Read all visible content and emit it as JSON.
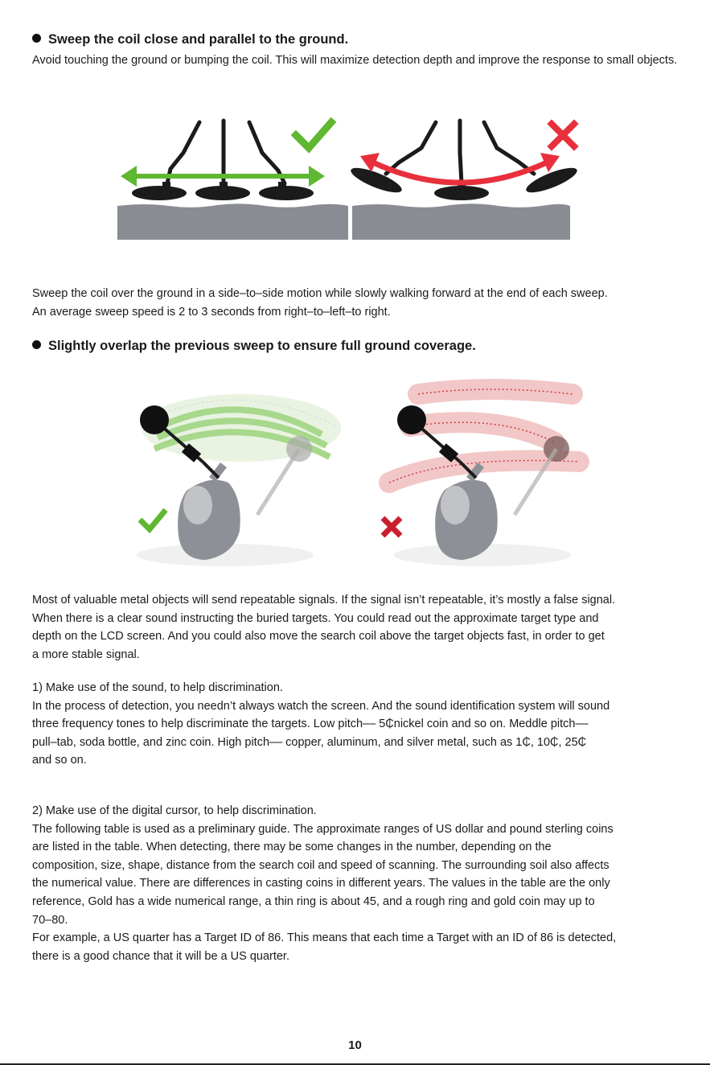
{
  "section1": {
    "heading": "Sweep the coil close and parallel to the ground.",
    "text": "Avoid touching the ground or bumping the coil. This will maximize detection depth and improve the response to small objects."
  },
  "figure1": {
    "correct_mark": "check-icon",
    "wrong_mark": "cross-icon",
    "colors": {
      "correct": "#5fb732",
      "wrong": "#e8303c",
      "ground": "#8a8c93"
    }
  },
  "sweep_text": [
    "Sweep the coil over the ground in a side–to–side motion while slowly walking forward at the end of each sweep.",
    "An average sweep speed is 2 to 3 seconds from right–to–left–to right."
  ],
  "section2": {
    "heading": "Slightly overlap the previous sweep to ensure full ground coverage."
  },
  "figure2": {
    "correct_mark": "check-icon",
    "wrong_mark": "cross-icon"
  },
  "signal_text": [
    "Most of valuable metal objects will send repeatable signals. If the signal isn’t repeatable, it’s mostly a false signal.",
    "When there is a clear sound instructing the buried targets. You could read out the approximate target type and",
    "depth on the LCD screen. And you could also move the search coil above the target objects fast, in order to get",
    "a more stable signal."
  ],
  "item1": {
    "heading": "1) Make use of the sound, to help discrimination.",
    "lines": [
      "In the process of detection, you needn’t always watch the screen. And the sound identification system will sound",
      "three frequency tones to help discriminate the targets. Low pitch–– 5₵nickel coin and so on. Meddle pitch––",
      "pull–tab, soda bottle, and zinc coin. High pitch–– copper, aluminum, and silver metal, such as 1₵, 10₵, 25₵",
      "and so on."
    ]
  },
  "item2": {
    "heading": "2) Make use of the digital cursor, to help discrimination.",
    "lines": [
      "The following table is used as a preliminary guide. The approximate ranges of US dollar and pound sterling coins",
      "are listed in the table. When detecting, there may be some changes in the number, depending on the",
      "composition, size, shape, distance from the search coil and speed of scanning. The surrounding soil also affects",
      "the numerical value. There are differences in casting coins in different years. The values in the table are the only",
      "reference, Gold has a wide numerical range, a thin ring is about 45, and a rough ring and gold coin may up to",
      "70–80.",
      "For example, a US quarter has a Target ID of 86. This means that each time a Target with an ID of 86 is detected,",
      "there is a good chance that it will be a US quarter."
    ]
  },
  "page_number": "10"
}
